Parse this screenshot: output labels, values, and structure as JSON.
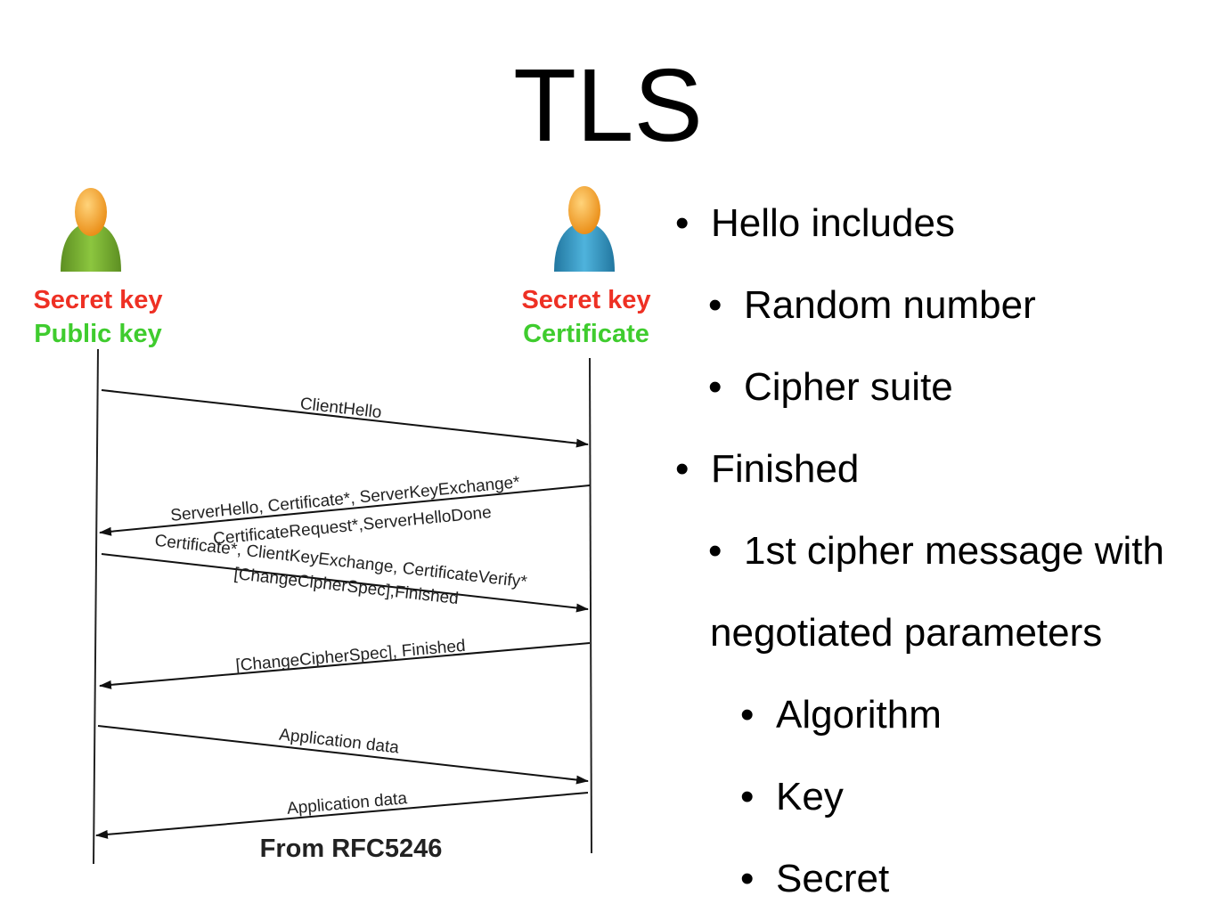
{
  "title": "TLS",
  "actors": {
    "client": {
      "secret": "Secret key",
      "public": "Public key"
    },
    "server": {
      "secret": "Secret key",
      "cert": "Certificate"
    }
  },
  "colors": {
    "secret": "#ee3024",
    "public": "#3fcc2e",
    "client_body": "#7cb334",
    "server_body": "#3b9ec4",
    "head": "#f6a623"
  },
  "messages": {
    "client_hello": "ClientHello",
    "server_hello_1": "ServerHello, Certificate*, ServerKeyExchange*",
    "server_hello_2": "CertificateRequest*,ServerHelloDone",
    "client_key_1": "Certificate*, ClientKeyExchange, CertificateVerify*",
    "client_key_2": "[ChangeCipherSpec],Finished",
    "server_finished": "[ChangeCipherSpec], Finished",
    "app_data_1": "Application data",
    "app_data_2": "Application data"
  },
  "credit": "From RFC5246",
  "bullets": {
    "b1": "Hello includes",
    "b1a": "Random number",
    "b1b": "Cipher suite",
    "b2": "Finished",
    "b2a": "1st cipher message with",
    "b2a_cont": "negotiated parameters",
    "b2a1": "Algorithm",
    "b2a2": "Key",
    "b2a3": "Secret"
  }
}
